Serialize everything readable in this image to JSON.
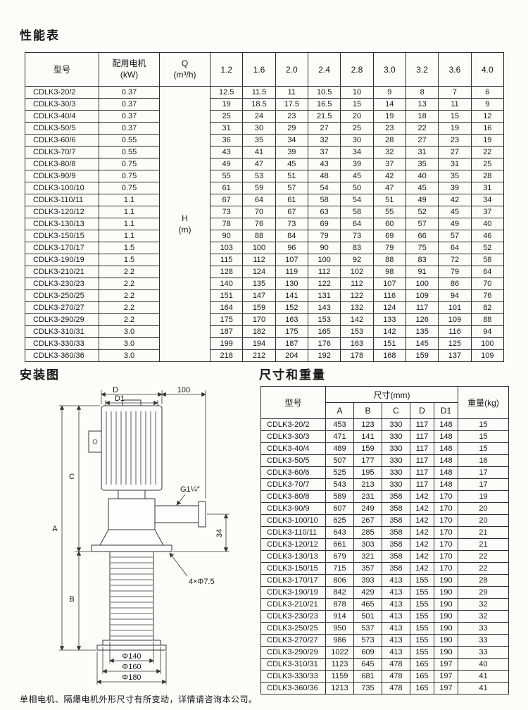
{
  "titles": {
    "performance": "性能表",
    "installation": "安装图",
    "dimensions": "尺寸和重量"
  },
  "footnote": "单相电机、隔爆电机外形尺寸有所变动，详情请咨询本公司。",
  "performance_table": {
    "col_model": "型号",
    "col_motor": "配用电机\n(kW)",
    "col_q": "Q\n(m³/h)",
    "flow_headers": [
      "1.2",
      "1.6",
      "2.0",
      "2.4",
      "2.8",
      "3.0",
      "3.2",
      "3.6",
      "4.0"
    ],
    "h_cell": "H\n(m)",
    "rows": [
      {
        "model": "CDLK3-20/2",
        "motor_kw": "0.37",
        "h": [
          "12.5",
          "11.5",
          "11",
          "10.5",
          "10",
          "9",
          "8",
          "7",
          "6"
        ]
      },
      {
        "model": "CDLK3-30/3",
        "motor_kw": "0.37",
        "h": [
          "19",
          "18.5",
          "17.5",
          "16.5",
          "15",
          "14",
          "13",
          "11",
          "9"
        ]
      },
      {
        "model": "CDLK3-40/4",
        "motor_kw": "0.37",
        "h": [
          "25",
          "24",
          "23",
          "21.5",
          "20",
          "19",
          "18",
          "15",
          "12"
        ]
      },
      {
        "model": "CDLK3-50/5",
        "motor_kw": "0.37",
        "h": [
          "31",
          "30",
          "29",
          "27",
          "25",
          "23",
          "22",
          "19",
          "16"
        ]
      },
      {
        "model": "CDLK3-60/6",
        "motor_kw": "0.55",
        "h": [
          "36",
          "35",
          "34",
          "32",
          "30",
          "28",
          "27",
          "23",
          "19"
        ]
      },
      {
        "model": "CDLK3-70/7",
        "motor_kw": "0.55",
        "h": [
          "43",
          "41",
          "39",
          "37",
          "34",
          "32",
          "31",
          "27",
          "22"
        ]
      },
      {
        "model": "CDLK3-80/8",
        "motor_kw": "0.75",
        "h": [
          "49",
          "47",
          "45",
          "43",
          "39",
          "37",
          "35",
          "31",
          "25"
        ]
      },
      {
        "model": "CDLK3-90/9",
        "motor_kw": "0.75",
        "h": [
          "55",
          "53",
          "51",
          "48",
          "45",
          "42",
          "40",
          "35",
          "28"
        ]
      },
      {
        "model": "CDLK3-100/10",
        "motor_kw": "0.75",
        "h": [
          "61",
          "59",
          "57",
          "54",
          "50",
          "47",
          "45",
          "39",
          "31"
        ]
      },
      {
        "model": "CDLK3-110/11",
        "motor_kw": "1.1",
        "h": [
          "67",
          "64",
          "61",
          "58",
          "54",
          "51",
          "49",
          "42",
          "34"
        ]
      },
      {
        "model": "CDLK3-120/12",
        "motor_kw": "1.1",
        "h": [
          "73",
          "70",
          "67",
          "63",
          "58",
          "55",
          "52",
          "45",
          "37"
        ]
      },
      {
        "model": "CDLK3-130/13",
        "motor_kw": "1.1",
        "h": [
          "78",
          "76",
          "73",
          "69",
          "64",
          "60",
          "57",
          "49",
          "40"
        ]
      },
      {
        "model": "CDLK3-150/15",
        "motor_kw": "1.1",
        "h": [
          "90",
          "88",
          "84",
          "79",
          "73",
          "69",
          "66",
          "57",
          "46"
        ]
      },
      {
        "model": "CDLK3-170/17",
        "motor_kw": "1.5",
        "h": [
          "103",
          "100",
          "96",
          "90",
          "83",
          "79",
          "75",
          "64",
          "52"
        ]
      },
      {
        "model": "CDLK3-190/19",
        "motor_kw": "1.5",
        "h": [
          "115",
          "112",
          "107",
          "100",
          "92",
          "88",
          "83",
          "72",
          "58"
        ]
      },
      {
        "model": "CDLK3-210/21",
        "motor_kw": "2.2",
        "h": [
          "128",
          "124",
          "119",
          "112",
          "102",
          "98",
          "91",
          "79",
          "64"
        ]
      },
      {
        "model": "CDLK3-230/23",
        "motor_kw": "2.2",
        "h": [
          "140",
          "135",
          "130",
          "122",
          "112",
          "107",
          "100",
          "86",
          "70"
        ]
      },
      {
        "model": "CDLK3-250/25",
        "motor_kw": "2.2",
        "h": [
          "151",
          "147",
          "141",
          "131",
          "122",
          "116",
          "109",
          "94",
          "76"
        ]
      },
      {
        "model": "CDLK3-270/27",
        "motor_kw": "2.2",
        "h": [
          "164",
          "159",
          "152",
          "143",
          "132",
          "124",
          "117",
          "101",
          "82"
        ]
      },
      {
        "model": "CDLK3-290/29",
        "motor_kw": "2.2",
        "h": [
          "175",
          "170",
          "163",
          "153",
          "142",
          "133",
          "126",
          "109",
          "88"
        ]
      },
      {
        "model": "CDLK3-310/31",
        "motor_kw": "3.0",
        "h": [
          "187",
          "182",
          "175",
          "165",
          "153",
          "142",
          "135",
          "116",
          "94"
        ]
      },
      {
        "model": "CDLK3-330/33",
        "motor_kw": "3.0",
        "h": [
          "199",
          "194",
          "187",
          "176",
          "163",
          "151",
          "145",
          "125",
          "100"
        ]
      },
      {
        "model": "CDLK3-360/36",
        "motor_kw": "3.0",
        "h": [
          "218",
          "212",
          "204",
          "192",
          "178",
          "168",
          "159",
          "137",
          "109"
        ]
      }
    ]
  },
  "dimensions_table": {
    "col_model": "型号",
    "col_size_group": "尺寸(mm)",
    "size_cols": [
      "A",
      "B",
      "C",
      "D",
      "D1"
    ],
    "col_weight": "重量(kg)",
    "rows": [
      {
        "model": "CDLK3-20/2",
        "values": [
          "453",
          "123",
          "330",
          "117",
          "148",
          "15"
        ]
      },
      {
        "model": "CDLK3-30/3",
        "values": [
          "471",
          "141",
          "330",
          "117",
          "148",
          "15"
        ]
      },
      {
        "model": "CDLK3-40/4",
        "values": [
          "489",
          "159",
          "330",
          "117",
          "148",
          "15"
        ]
      },
      {
        "model": "CDLK3-50/5",
        "values": [
          "507",
          "177",
          "330",
          "117",
          "148",
          "16"
        ]
      },
      {
        "model": "CDLK3-60/6",
        "values": [
          "525",
          "195",
          "330",
          "117",
          "148",
          "17"
        ]
      },
      {
        "model": "CDLK3-70/7",
        "values": [
          "543",
          "213",
          "330",
          "117",
          "148",
          "17"
        ]
      },
      {
        "model": "CDLK3-80/8",
        "values": [
          "589",
          "231",
          "358",
          "142",
          "170",
          "19"
        ]
      },
      {
        "model": "CDLK3-90/9",
        "values": [
          "607",
          "249",
          "358",
          "142",
          "170",
          "20"
        ]
      },
      {
        "model": "CDLK3-100/10",
        "values": [
          "625",
          "267",
          "358",
          "142",
          "170",
          "20"
        ]
      },
      {
        "model": "CDLK3-110/11",
        "values": [
          "643",
          "285",
          "358",
          "142",
          "170",
          "21"
        ]
      },
      {
        "model": "CDLK3-120/12",
        "values": [
          "661",
          "303",
          "358",
          "142",
          "170",
          "21"
        ]
      },
      {
        "model": "CDLK3-130/13",
        "values": [
          "679",
          "321",
          "358",
          "142",
          "170",
          "22"
        ]
      },
      {
        "model": "CDLK3-150/15",
        "values": [
          "715",
          "357",
          "358",
          "142",
          "170",
          "22"
        ]
      },
      {
        "model": "CDLK3-170/17",
        "values": [
          "806",
          "393",
          "413",
          "155",
          "190",
          "28"
        ]
      },
      {
        "model": "CDLK3-190/19",
        "values": [
          "842",
          "429",
          "413",
          "155",
          "190",
          "29"
        ]
      },
      {
        "model": "CDLK3-210/21",
        "values": [
          "878",
          "465",
          "413",
          "155",
          "190",
          "32"
        ]
      },
      {
        "model": "CDLK3-230/23",
        "values": [
          "914",
          "501",
          "413",
          "155",
          "190",
          "32"
        ]
      },
      {
        "model": "CDLK3-250/25",
        "values": [
          "950",
          "537",
          "413",
          "155",
          "190",
          "33"
        ]
      },
      {
        "model": "CDLK3-270/27",
        "values": [
          "986",
          "573",
          "413",
          "155",
          "190",
          "33"
        ]
      },
      {
        "model": "CDLK3-290/29",
        "values": [
          "1022",
          "609",
          "413",
          "155",
          "190",
          "33"
        ]
      },
      {
        "model": "CDLK3-310/31",
        "values": [
          "1123",
          "645",
          "478",
          "165",
          "197",
          "40"
        ]
      },
      {
        "model": "CDLK3-330/33",
        "values": [
          "1159",
          "681",
          "478",
          "165",
          "197",
          "41"
        ]
      },
      {
        "model": "CDLK3-360/36",
        "values": [
          "1213",
          "735",
          "478",
          "165",
          "197",
          "41"
        ]
      }
    ]
  },
  "diagram": {
    "dim_d": "D",
    "dim_d1": "D1",
    "dim_100": "100",
    "dim_a": "A",
    "dim_b": "B",
    "dim_c": "C",
    "dim_34": "34",
    "port_label": "G1¼″",
    "holes_label": "4×Φ7.5",
    "dia_140": "Φ140",
    "dia_160": "Φ160",
    "dia_180": "Φ180"
  }
}
